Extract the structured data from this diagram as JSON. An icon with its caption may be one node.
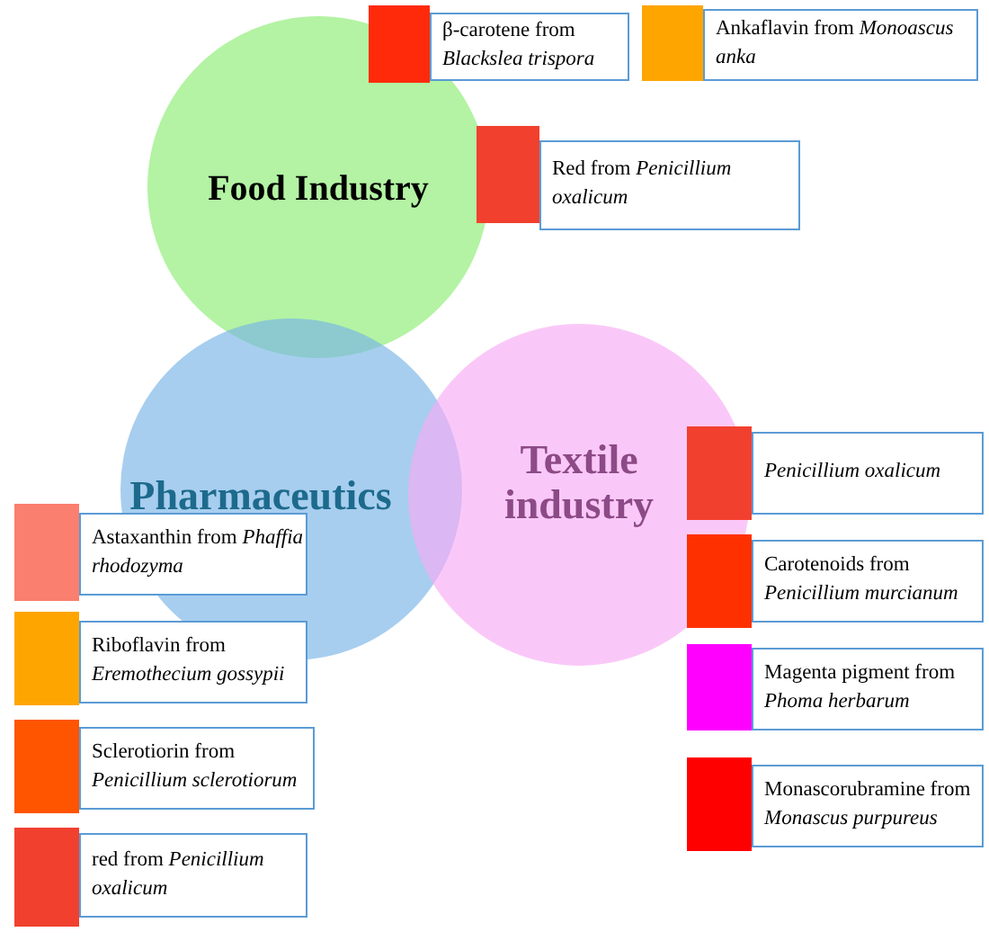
{
  "diagram": {
    "nodes": [
      {
        "text": [
          "Food Industry"
        ]
      },
      {
        "text": [
          "Pharmaceutics"
        ]
      },
      {
        "text": [
          "Textile industry"
        ]
      },
      {
        "text": [
          "β-carotene from *Blackslea trispora*"
        ]
      },
      {
        "text": [
          "Ankaflavin from *Monoascus anka*"
        ]
      },
      {
        "text": [
          "Red from *Penicillium oxalicum*"
        ]
      },
      {
        "text": [
          "*Penicillium oxalicum*"
        ]
      },
      {
        "text": [
          "Carotenoids from *Penicillium murcianum*"
        ]
      },
      {
        "text": [
          "Magenta pigment from *Phoma herbarum*"
        ]
      },
      {
        "text": [
          "Monascorubramine from *Monascus purpureus*"
        ]
      },
      {
        "text": [
          "Astaxanthin from *Phaffia rhodozyma*"
        ]
      },
      {
        "text": [
          "Riboflavin from *Eremothecium gossypii*"
        ]
      },
      {
        "text": [
          "Sclerotiorin from *Penicillium sclerotiorum*"
        ]
      },
      {
        "text": [
          "red from *Penicillium oxalicum*"
        ]
      }
    ]
  }
}
